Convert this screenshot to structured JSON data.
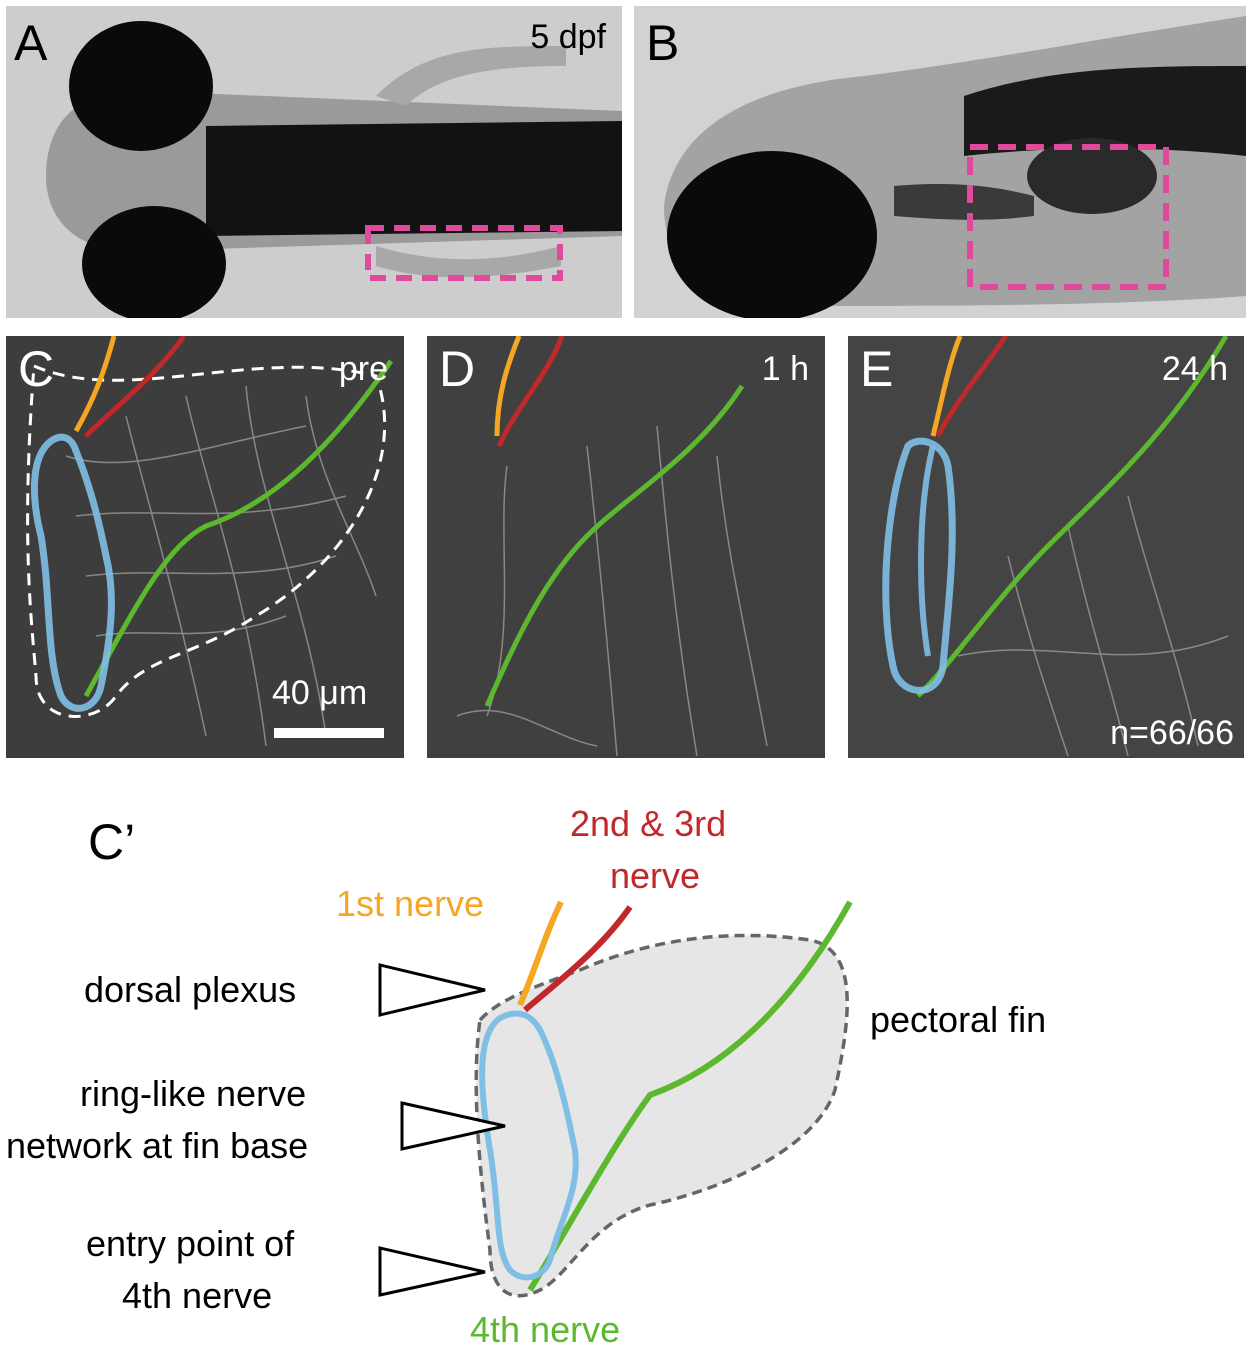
{
  "panels": {
    "A": {
      "label": "A",
      "tag": "5 dpf"
    },
    "B": {
      "label": "B",
      "tag": ""
    },
    "C": {
      "label": "C",
      "tag": "pre",
      "scalebar": "40 μm"
    },
    "D": {
      "label": "D",
      "tag": "1 h"
    },
    "E": {
      "label": "E",
      "tag": "24 h",
      "count": "n=66/66"
    }
  },
  "schematic": {
    "label": "C’",
    "nerve1": "1st nerve",
    "nerve23_line1": "2nd & 3rd",
    "nerve23_line2": "nerve",
    "nerve4": "4th nerve",
    "fin": "pectoral fin",
    "dorsal": "dorsal plexus",
    "ring_line1": "ring-like nerve",
    "ring_line2": "network at fin base",
    "entry_line1": "entry point of",
    "entry_line2": "4th nerve"
  },
  "colors": {
    "nerve1": "#f5a623",
    "nerve23": "#c0282a",
    "nerve4": "#5cb82e",
    "ring": "#7fbfe6",
    "roi_box": "#e0499c",
    "fin_fill": "#e6e6e6"
  }
}
